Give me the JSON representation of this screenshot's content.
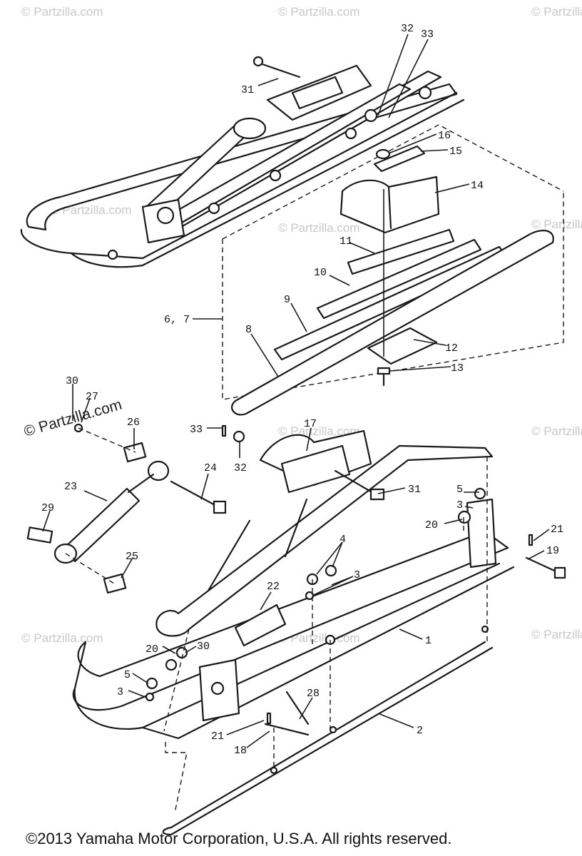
{
  "watermarks": {
    "light": "© Partzilla.com",
    "dark": "© Partzilla.com"
  },
  "callouts": {
    "c1": "1",
    "c2": "2",
    "c3a": "3",
    "c3b": "3",
    "c3c": "3",
    "c4": "4",
    "c5a": "5",
    "c5b": "5",
    "c67": "6, 7",
    "c8": "8",
    "c9": "9",
    "c10": "10",
    "c11": "11",
    "c12": "12",
    "c13": "13",
    "c14": "14",
    "c15": "15",
    "c16": "16",
    "c17": "17",
    "c18": "18",
    "c19": "19",
    "c20a": "20",
    "c20b": "20",
    "c21a": "21",
    "c21b": "21",
    "c22": "22",
    "c23": "23",
    "c24": "24",
    "c25": "25",
    "c26": "26",
    "c27": "27",
    "c28": "28",
    "c29": "29",
    "c30a": "30",
    "c30b": "30",
    "c31a": "31",
    "c31b": "31",
    "c32a": "32",
    "c32b": "32",
    "c33a": "33",
    "c33b": "33"
  },
  "copyright": "©2013  Yamaha Motor Corporation, U.S.A. All rights reserved."
}
